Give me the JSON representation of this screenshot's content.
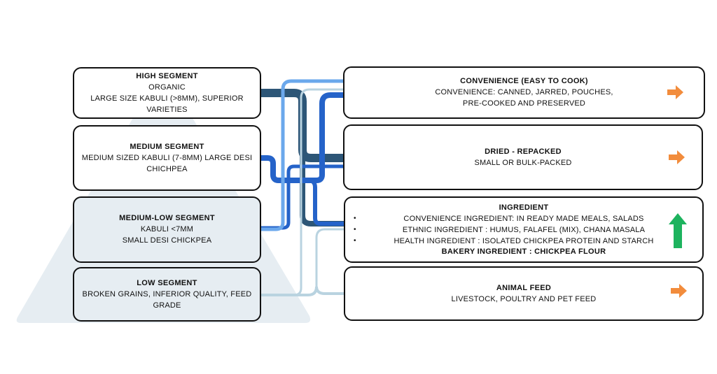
{
  "segments": [
    {
      "title": "HIGH SEGMENT",
      "lines": [
        "ORGANIC",
        "LARGE SIZE KABULI (>8MM), SUPERIOR",
        "VARIETIES"
      ]
    },
    {
      "title": "MEDIUM SEGMENT",
      "lines": [
        "MEDIUM SIZED KABULI (7-8MM) LARGE DESI",
        "CHICHPEA"
      ]
    },
    {
      "title": "MEDIUM-LOW SEGMENT",
      "lines": [
        "KABULI <7MM",
        "SMALL DESI CHICKPEA"
      ]
    },
    {
      "title": "LOW SEGMENT",
      "lines": [
        "BROKEN GRAINS, INFERIOR QUALITY, FEED",
        "GRADE"
      ]
    }
  ],
  "uses": [
    {
      "title": "CONVENIENCE (EASY TO COOK)",
      "lines": [
        "CONVENIENCE: CANNED, JARRED, POUCHES,",
        "PRE-COOKED AND PRESERVED"
      ],
      "trend": "arrow-right-icon"
    },
    {
      "title": "DRIED - REPACKED",
      "lines": [
        "SMALL OR BULK-PACKED"
      ],
      "trend": "arrow-right-icon"
    },
    {
      "title": "INGREDIENT",
      "bullets": [
        "CONVENIENCE INGREDIENT: IN READY MADE MEALS, SALADS",
        "ETHNIC INGREDIENT : HUMUS, FALAFEL (MIX), CHANA MASALA",
        "HEALTH INGREDIENT : ISOLATED CHICKPEA PROTEIN AND STARCH"
      ],
      "lines": [
        "BAKERY INGREDIENT : CHICKPEA FLOUR"
      ],
      "trend": "arrow-up-icon"
    },
    {
      "title": "ANIMAL FEED",
      "lines": [
        "LIVESTOCK, POULTRY AND PET FEED"
      ],
      "trend": "arrow-right-icon"
    }
  ],
  "colors": {
    "pyramid": "#e6edf2",
    "link_navy": "#2d5677",
    "link_blue": "#2563c9",
    "link_light_blue": "#6ba8ec",
    "link_pale": "#b9d3e0",
    "arrow_orange": "#f28c3c",
    "arrow_green": "#1db35e",
    "border": "#111111"
  }
}
